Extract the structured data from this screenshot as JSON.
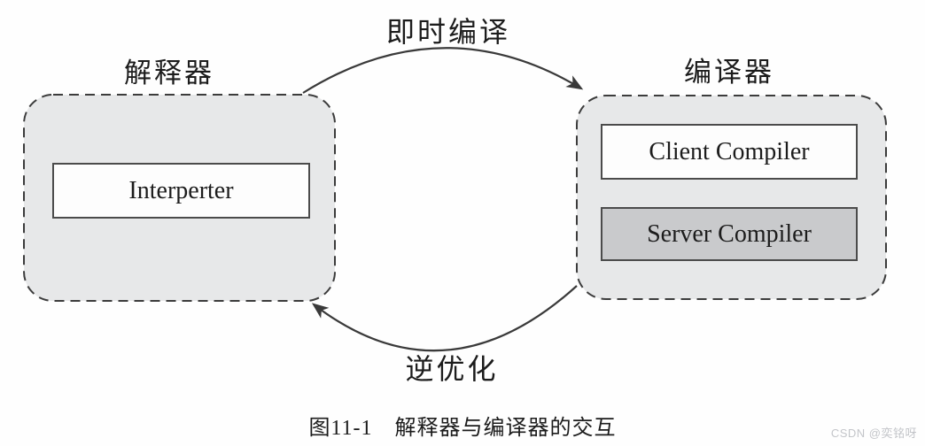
{
  "figure": {
    "caption": "图11-1　解释器与编译器的交互",
    "watermark": "CSDN @奕铭呀",
    "arrows": {
      "jit_label": "即时编译",
      "deopt_label": "逆优化"
    },
    "interpreter_group": {
      "title": "解释器",
      "box_label": "Interperter"
    },
    "compiler_group": {
      "title": "编译器",
      "boxes": [
        {
          "label": "Client Compiler"
        },
        {
          "label": "Server Compiler"
        }
      ]
    },
    "colors": {
      "bg": "#fefefe",
      "panel-fill": "#e7e8e9",
      "panel-border": "#3c3c3c",
      "inner-box-fill": "#fdfdfd",
      "inner-box-border": "#4b4b4b",
      "server-box-fill": "#c9cacc",
      "arrow": "#3a3a3a",
      "text": "#1c1c1c",
      "watermark": "#c3c5c9"
    }
  }
}
